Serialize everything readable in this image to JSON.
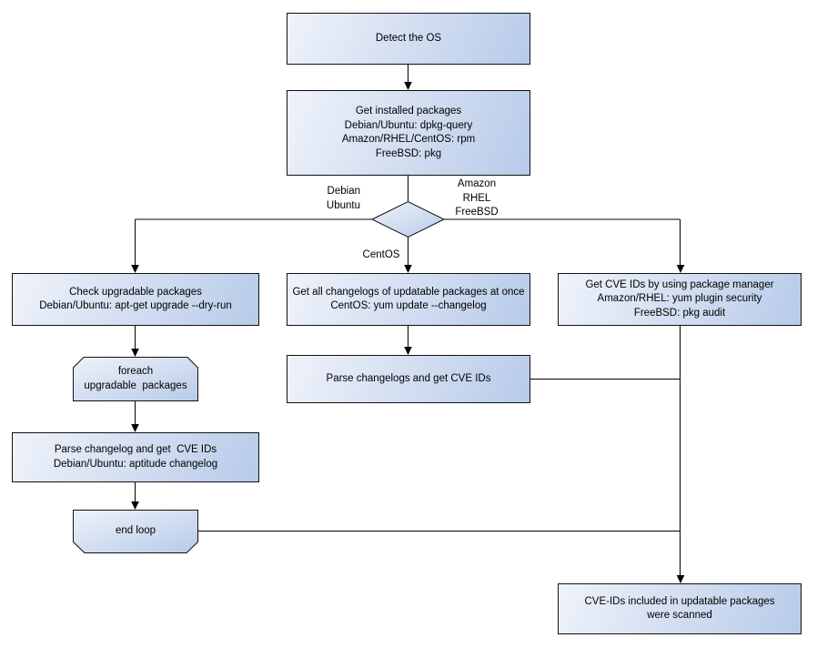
{
  "colors": {
    "fill_light": "#eff3fa",
    "fill_dark": "#b7cbe9",
    "border": "#111111",
    "line": "#000000",
    "background": "#ffffff"
  },
  "nodes": {
    "detect_os": "Detect the OS",
    "get_installed": "Get installed packages\nDebian/Ubuntu: dpkg-query\nAmazon/RHEL/CentOS: rpm\nFreeBSD: pkg",
    "check_upgradable": "Check upgradable packages\nDebian/Ubuntu: apt-get upgrade --dry-run",
    "get_changelogs": "Get all changelogs of updatable packages at once\nCentOS: yum update --changelog",
    "get_cve_ids": "Get CVE IDs by using package manager\nAmazon/RHEL: yum plugin security\nFreeBSD: pkg audit",
    "foreach_loop": "foreach\nupgradable  packages",
    "parse_changelogs": "Parse changelogs and get CVE IDs",
    "parse_changelog": "Parse changelog and get  CVE IDs\nDebian/Ubuntu: aptitude changelog",
    "end_loop": "end loop",
    "scanned": "CVE-IDs included in updatable packages\nwere scanned"
  },
  "edge_labels": {
    "debian": "Debian\nUbuntu",
    "amazon": "Amazon\nRHEL\nFreeBSD",
    "centos": "CentOS"
  }
}
